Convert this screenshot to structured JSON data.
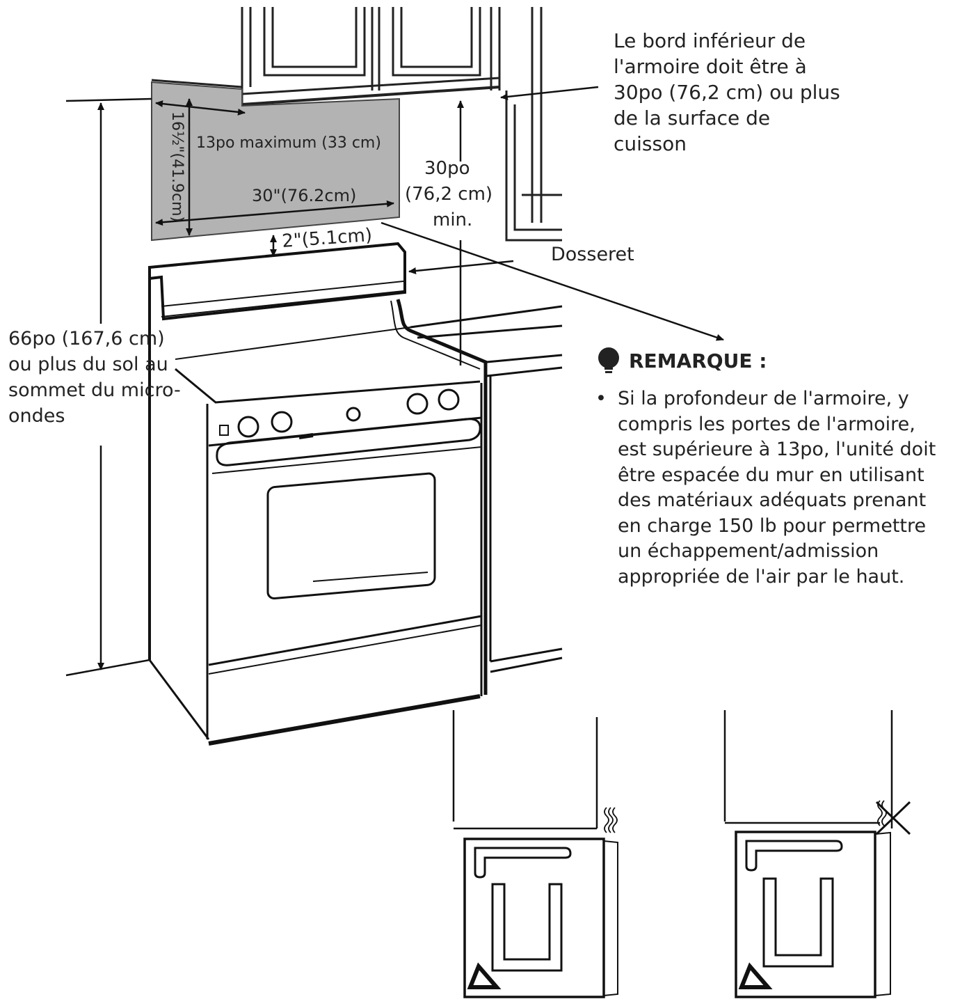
{
  "cabinet_note": "Le bord inférieur de l'armoire doit être à 30po (76,2 cm) ou plus de la surface de cuisson",
  "height_note": "66po (167,6 cm) ou plus du sol au sommet du micro-ondes",
  "backsplash_label": "Dosseret",
  "dimensions": {
    "depth_max": "13po maximum (33 cm)",
    "height_vertical": "16½\"(41.9cm)",
    "width": "30\"(76.2cm)",
    "gap": "2\"(5.1cm)",
    "clearance_line1": "30po",
    "clearance_line2": "(76,2 cm)",
    "clearance_line3": "min."
  },
  "remark": {
    "icon": "lightbulb-icon",
    "heading": "REMARQUE :",
    "bullet": "•",
    "text": "Si la profondeur de l'armoire, y compris les portes de l'armoire, est supérieure à 13po, l'unité doit être espacée du mur en utilisant des matériaux adéquats prenant en charge 150 lb pour permettre un échappement/admission appropriée de l'air par le haut."
  }
}
